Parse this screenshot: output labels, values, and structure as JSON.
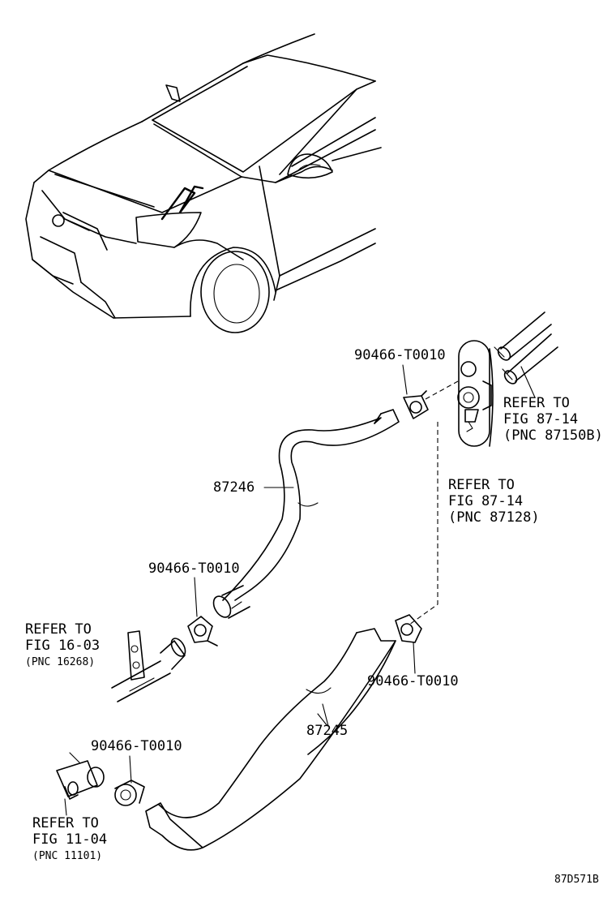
{
  "labels": {
    "clip_top": "90466-T0010",
    "clip_mid": "90466-T0010",
    "clip_right": "90466-T0010",
    "clip_bottom": "90466-T0010",
    "hose_upper": "87246",
    "hose_lower": "87245",
    "ref_valve_1": "REFER TO",
    "ref_valve_2": "FIG 87-14",
    "ref_valve_3": "(PNC 87150B)",
    "ref_unit_1": "REFER TO",
    "ref_unit_2": "FIG 87-14",
    "ref_unit_3": "(PNC 87128)",
    "ref_pipe_1": "REFER TO",
    "ref_pipe_2": "FIG 16-03",
    "ref_pipe_3": "(PNC 16268)",
    "ref_engine_1": "REFER TO",
    "ref_engine_2": "FIG 11-04",
    "ref_engine_3": "(PNC 11101)",
    "diagram_code": "87D571B"
  }
}
